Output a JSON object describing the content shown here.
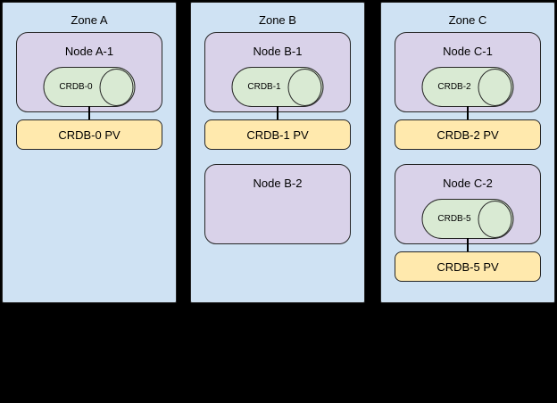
{
  "diagram": {
    "colors": {
      "canvas-bg": "#000000",
      "zone-fill": "#cfe2f3",
      "node-fill": "#d9d2e9",
      "db-fill": "#d9ead3",
      "pv-fill": "#ffe9ad",
      "shape-border": "#262626",
      "connector": "#000000",
      "text": "#000000"
    },
    "zones": [
      {
        "title": "Zone A",
        "nodes": [
          {
            "label": "Node A-1",
            "db_label": "CRDB-0",
            "pv_label": "CRDB-0 PV"
          }
        ]
      },
      {
        "title": "Zone B",
        "nodes": [
          {
            "label": "Node B-1",
            "db_label": "CRDB-1",
            "pv_label": "CRDB-1 PV"
          },
          {
            "label": "Node B-2"
          }
        ]
      },
      {
        "title": "Zone C",
        "nodes": [
          {
            "label": "Node C-1",
            "db_label": "CRDB-2",
            "pv_label": "CRDB-2 PV"
          },
          {
            "label": "Node C-2",
            "db_label": "CRDB-5",
            "pv_label": "CRDB-5 PV"
          }
        ]
      }
    ]
  }
}
